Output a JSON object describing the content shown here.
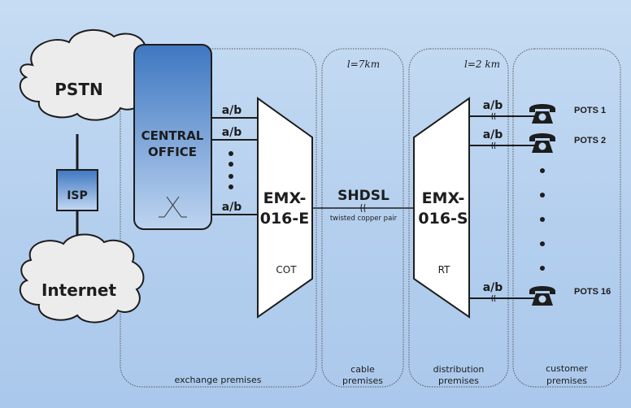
{
  "diagram": {
    "clouds": {
      "pstn": "PSTN",
      "internet": "Internet"
    },
    "isp": "ISP",
    "central_office": {
      "line1": "CENTRAL",
      "line2": "OFFICE"
    },
    "line_label": "a/b",
    "emx_e": {
      "line1": "EMX-",
      "line2": "016-E",
      "role": "COT"
    },
    "emx_s": {
      "line1": "EMX-",
      "line2": "016-S",
      "role": "RT"
    },
    "link": {
      "protocol": "SHDSL",
      "medium": "twisted copper pair"
    },
    "distances": {
      "cable": "l=7km",
      "distribution": "l=2 km"
    },
    "pots": [
      "POTS 1",
      "POTS 2",
      "POTS 16"
    ],
    "zones": {
      "exchange": {
        "line1": "exchange premises"
      },
      "cable": {
        "line1": "cable",
        "line2": "premises"
      },
      "distribution": {
        "line1": "distribution",
        "line2": "premises"
      },
      "customer": {
        "line1": "customer",
        "line2": "premises"
      }
    },
    "colors": {
      "background": "#bcd5f0",
      "central_office_top": "#3f78c2",
      "central_office_bottom": "#b9d2f0",
      "cloud": "#ececec",
      "ink": "#1d1d1d"
    }
  }
}
